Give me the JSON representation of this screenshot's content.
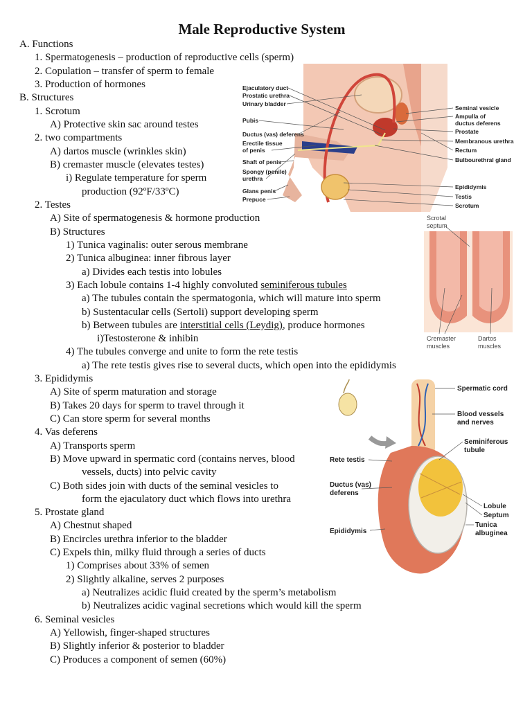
{
  "title": "Male Reproductive System",
  "lines": [
    {
      "text": "A. Functions"
    },
    {
      "text": "1. Spermatogenesis – production of reproductive cells (sperm)"
    },
    {
      "text": "2. Copulation – transfer of sperm to female"
    },
    {
      "text": "3. Production of hormones"
    },
    {
      "text": "B. Structures"
    },
    {
      "text": "1. Scrotum"
    },
    {
      "text": "A) Protective skin sac around testes"
    },
    {
      "text": "2. two compartments"
    },
    {
      "text": "A) dartos muscle (wrinkles skin)"
    },
    {
      "text": "B) cremaster muscle (elevates testes)"
    },
    {
      "text": "i) Regulate temperature for sperm"
    },
    {
      "text": "production (92ºF/33ºC)"
    },
    {
      "text": "2. Testes"
    },
    {
      "text": "A) Site of spermatogenesis & hormone production"
    },
    {
      "text": "B) Structures"
    },
    {
      "text": "1) Tunica vaginalis: outer serous membrane"
    },
    {
      "text": "2) Tunica albuginea: inner fibrous layer"
    },
    {
      "text": "a) Divides each testis into lobules"
    },
    {
      "pre": "3) Each lobule contains 1-4 highly convoluted ",
      "u": "seminiferous tubules",
      "post": ""
    },
    {
      "text": "a) The tubules contain the spermatogonia, which will mature into sperm"
    },
    {
      "text": "b) Sustentacular cells (Sertoli) support developing sperm"
    },
    {
      "pre": "b) Between tubules are ",
      "u": "interstitial cells (Leydig)",
      "post": ", produce hormones"
    },
    {
      "text": "i)Testosterone & inhibin"
    },
    {
      "text": "4) The tubules converge and unite to form the rete testis"
    },
    {
      "text": "a) The rete testis gives rise to several ducts, which open into the epididymis"
    },
    {
      "text": "3. Epididymis"
    },
    {
      "text": "A) Site of sperm maturation and storage"
    },
    {
      "text": "B) Takes 20 days for sperm to travel through it"
    },
    {
      "text": "C) Can store sperm for several months"
    },
    {
      "text": "4. Vas deferens"
    },
    {
      "text": "A) Transports sperm"
    },
    {
      "text": "B) Move upward in spermatic cord (contains nerves, blood"
    },
    {
      "text": "vessels, ducts) into pelvic cavity"
    },
    {
      "text": "C) Both sides join with ducts of the seminal vesicles to"
    },
    {
      "text": "form the ejaculatory duct which flows into urethra"
    },
    {
      "text": "5. Prostate gland"
    },
    {
      "text": "A) Chestnut shaped"
    },
    {
      "text": "B) Encircles urethra inferior to the bladder"
    },
    {
      "text": "C) Expels thin, milky fluid through a series of ducts"
    },
    {
      "text": "1) Comprises about 33% of semen"
    },
    {
      "text": "2) Slightly alkaline, serves 2 purposes"
    },
    {
      "text": "a) Neutralizes acidic fluid created by the sperm’s metabolism"
    },
    {
      "text": "b) Neutralizes acidic vaginal secretions which would kill the sperm"
    },
    {
      "text": "6. Seminal vesicles"
    },
    {
      "text": "A) Yellowish, finger-shaped structures"
    },
    {
      "text": "B) Slightly inferior & posterior to bladder"
    },
    {
      "text": "C) Produces a component of semen (60%)"
    }
  ],
  "figures": {
    "pelvis": {
      "left_labels": [
        "Ejaculatory duct",
        "Prostatic urethra",
        "Urinary bladder",
        "Pubis",
        "Ductus (vas) deferens",
        "Erectile tissue",
        "of penis",
        "Shaft of penis",
        "Spongy (penile)",
        "urethra",
        "Glans penis",
        "Prepuce"
      ],
      "right_labels": [
        "Seminal vesicle",
        "Ampulla of",
        "ductus deferens",
        "Prostate",
        "Membranous urethra",
        "Rectum",
        "Bulbourethral gland",
        "Epididymis",
        "Testis",
        "Scrotum"
      ]
    },
    "scrotum": {
      "labels": [
        "Scrotal",
        "septum",
        "Cremaster",
        "muscles",
        "Dartos",
        "muscles"
      ]
    },
    "testis": {
      "left_labels": [
        "Rete testis",
        "Ductus (vas)",
        "deferens",
        "Epididymis"
      ],
      "right_labels": [
        "Spermatic cord",
        "Blood vessels",
        "and nerves",
        "Seminiferous",
        "tubule",
        "Lobule",
        "Septum",
        "Tunica",
        "albuginea"
      ]
    }
  }
}
